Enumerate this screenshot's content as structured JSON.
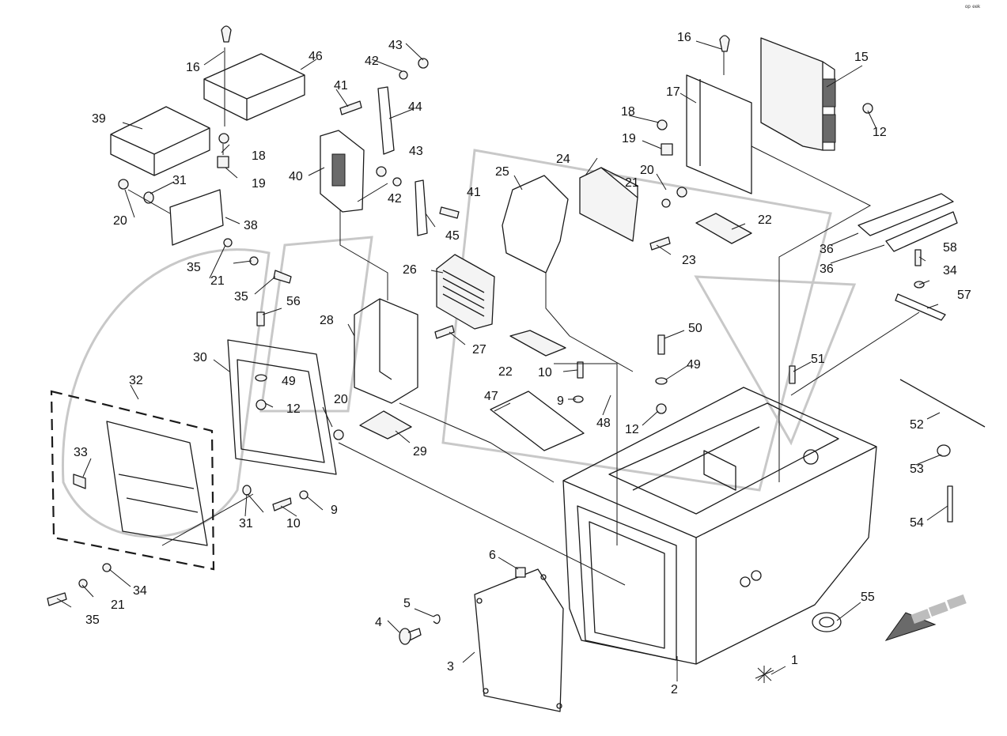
{
  "watermark_corner": "ᵒᵖ ᵉᵉᵏ",
  "callouts": [
    {
      "id": "c1",
      "label": "1"
    },
    {
      "id": "c2",
      "label": "2"
    },
    {
      "id": "c3",
      "label": "3"
    },
    {
      "id": "c4",
      "label": "4"
    },
    {
      "id": "c5",
      "label": "5"
    },
    {
      "id": "c6",
      "label": "6"
    },
    {
      "id": "c9a",
      "label": "9"
    },
    {
      "id": "c9b",
      "label": "9"
    },
    {
      "id": "c10a",
      "label": "10"
    },
    {
      "id": "c10b",
      "label": "10"
    },
    {
      "id": "c12a",
      "label": "12"
    },
    {
      "id": "c12b",
      "label": "12"
    },
    {
      "id": "c12c",
      "label": "12"
    },
    {
      "id": "c15",
      "label": "15"
    },
    {
      "id": "c16a",
      "label": "16"
    },
    {
      "id": "c16b",
      "label": "16"
    },
    {
      "id": "c17",
      "label": "17"
    },
    {
      "id": "c18a",
      "label": "18"
    },
    {
      "id": "c18b",
      "label": "18"
    },
    {
      "id": "c19a",
      "label": "19"
    },
    {
      "id": "c19b",
      "label": "19"
    },
    {
      "id": "c20a",
      "label": "20"
    },
    {
      "id": "c20b",
      "label": "20"
    },
    {
      "id": "c20c",
      "label": "20"
    },
    {
      "id": "c21a",
      "label": "21"
    },
    {
      "id": "c21b",
      "label": "21"
    },
    {
      "id": "c21c",
      "label": "21"
    },
    {
      "id": "c22a",
      "label": "22"
    },
    {
      "id": "c22b",
      "label": "22"
    },
    {
      "id": "c23",
      "label": "23"
    },
    {
      "id": "c24",
      "label": "24"
    },
    {
      "id": "c25",
      "label": "25"
    },
    {
      "id": "c26",
      "label": "26"
    },
    {
      "id": "c27",
      "label": "27"
    },
    {
      "id": "c28",
      "label": "28"
    },
    {
      "id": "c29",
      "label": "29"
    },
    {
      "id": "c30",
      "label": "30"
    },
    {
      "id": "c31a",
      "label": "31"
    },
    {
      "id": "c31b",
      "label": "31"
    },
    {
      "id": "c32",
      "label": "32"
    },
    {
      "id": "c33",
      "label": "33"
    },
    {
      "id": "c34a",
      "label": "34"
    },
    {
      "id": "c34b",
      "label": "34"
    },
    {
      "id": "c35a",
      "label": "35"
    },
    {
      "id": "c35b",
      "label": "35"
    },
    {
      "id": "c35c",
      "label": "35"
    },
    {
      "id": "c36a",
      "label": "36"
    },
    {
      "id": "c36b",
      "label": "36"
    },
    {
      "id": "c38",
      "label": "38"
    },
    {
      "id": "c39",
      "label": "39"
    },
    {
      "id": "c40",
      "label": "40"
    },
    {
      "id": "c41a",
      "label": "41"
    },
    {
      "id": "c41b",
      "label": "41"
    },
    {
      "id": "c42a",
      "label": "42"
    },
    {
      "id": "c42b",
      "label": "42"
    },
    {
      "id": "c43a",
      "label": "43"
    },
    {
      "id": "c43b",
      "label": "43"
    },
    {
      "id": "c44",
      "label": "44"
    },
    {
      "id": "c45",
      "label": "45"
    },
    {
      "id": "c46",
      "label": "46"
    },
    {
      "id": "c47",
      "label": "47"
    },
    {
      "id": "c48",
      "label": "48"
    },
    {
      "id": "c49a",
      "label": "49"
    },
    {
      "id": "c49b",
      "label": "49"
    },
    {
      "id": "c50",
      "label": "50"
    },
    {
      "id": "c51",
      "label": "51"
    },
    {
      "id": "c52",
      "label": "52"
    },
    {
      "id": "c53",
      "label": "53"
    },
    {
      "id": "c54",
      "label": "54"
    },
    {
      "id": "c55",
      "label": "55"
    },
    {
      "id": "c56",
      "label": "56"
    },
    {
      "id": "c57",
      "label": "57"
    },
    {
      "id": "c58",
      "label": "58"
    }
  ]
}
